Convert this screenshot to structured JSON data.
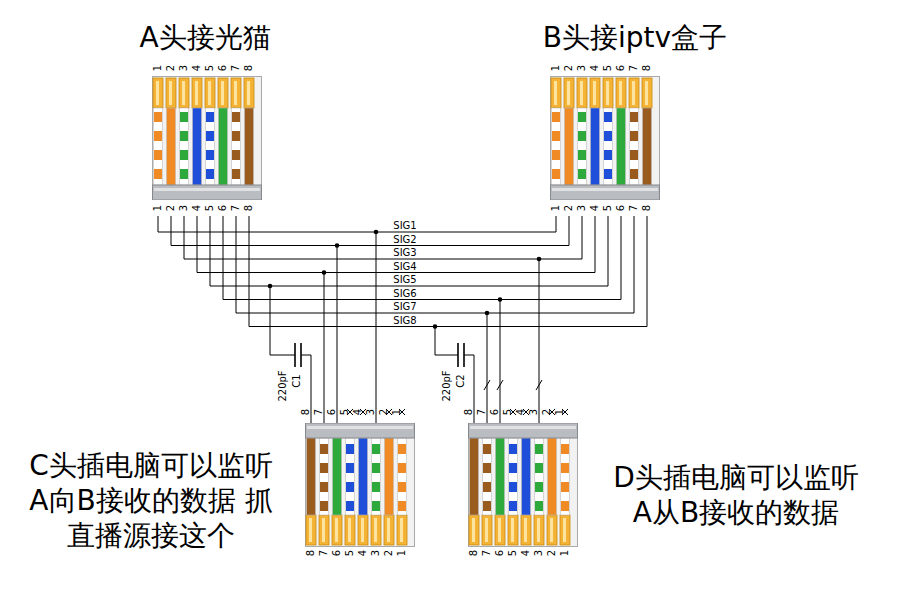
{
  "diagram": {
    "nodes": [
      {
        "text": [
          "A头接光猫"
        ]
      },
      {
        "text": [
          "B头接iptv盒子"
        ]
      },
      {
        "text": [
          "C头插电脑可以监听 A向B接收的数据 抓直播源接这个"
        ]
      },
      {
        "text": [
          "D头插电脑可以监听 A从B接收的数据"
        ]
      }
    ],
    "edges": [
      {
        "from": 0,
        "to": 1,
        "arrow": "none",
        "label": "SIG1"
      },
      {
        "from": 0,
        "to": 1,
        "arrow": "none",
        "label": "SIG2"
      },
      {
        "from": 0,
        "to": 1,
        "arrow": "none",
        "label": "SIG3"
      },
      {
        "from": 0,
        "to": 1,
        "arrow": "none",
        "label": "SIG4"
      },
      {
        "from": 0,
        "to": 1,
        "arrow": "none",
        "label": "SIG5"
      },
      {
        "from": 0,
        "to": 1,
        "arrow": "none",
        "label": "SIG6"
      },
      {
        "from": 0,
        "to": 1,
        "arrow": "none",
        "label": "SIG7"
      },
      {
        "from": 0,
        "to": 1,
        "arrow": "none",
        "label": "SIG8"
      }
    ],
    "labels": [
      "1",
      "2",
      "3",
      "4",
      "5",
      "6",
      "7",
      "8",
      "1",
      "2",
      "3",
      "4",
      "5",
      "6",
      "7",
      "8",
      "1",
      "2",
      "3",
      "4",
      "5",
      "6",
      "7",
      "8",
      "1",
      "2",
      "3",
      "4",
      "5",
      "6",
      "7",
      "8",
      "220pF",
      "C1",
      "220pF",
      "C2",
      "8",
      "7",
      "6",
      "5",
      "4",
      "3",
      "2",
      "1",
      "8",
      "7",
      "6",
      "5",
      "4",
      "3",
      "2",
      "1",
      "8",
      "7",
      "6",
      "5",
      "4",
      "3",
      "2",
      "1",
      "8",
      "7",
      "6",
      "5",
      "4",
      "3",
      "2",
      "1"
    ]
  }
}
